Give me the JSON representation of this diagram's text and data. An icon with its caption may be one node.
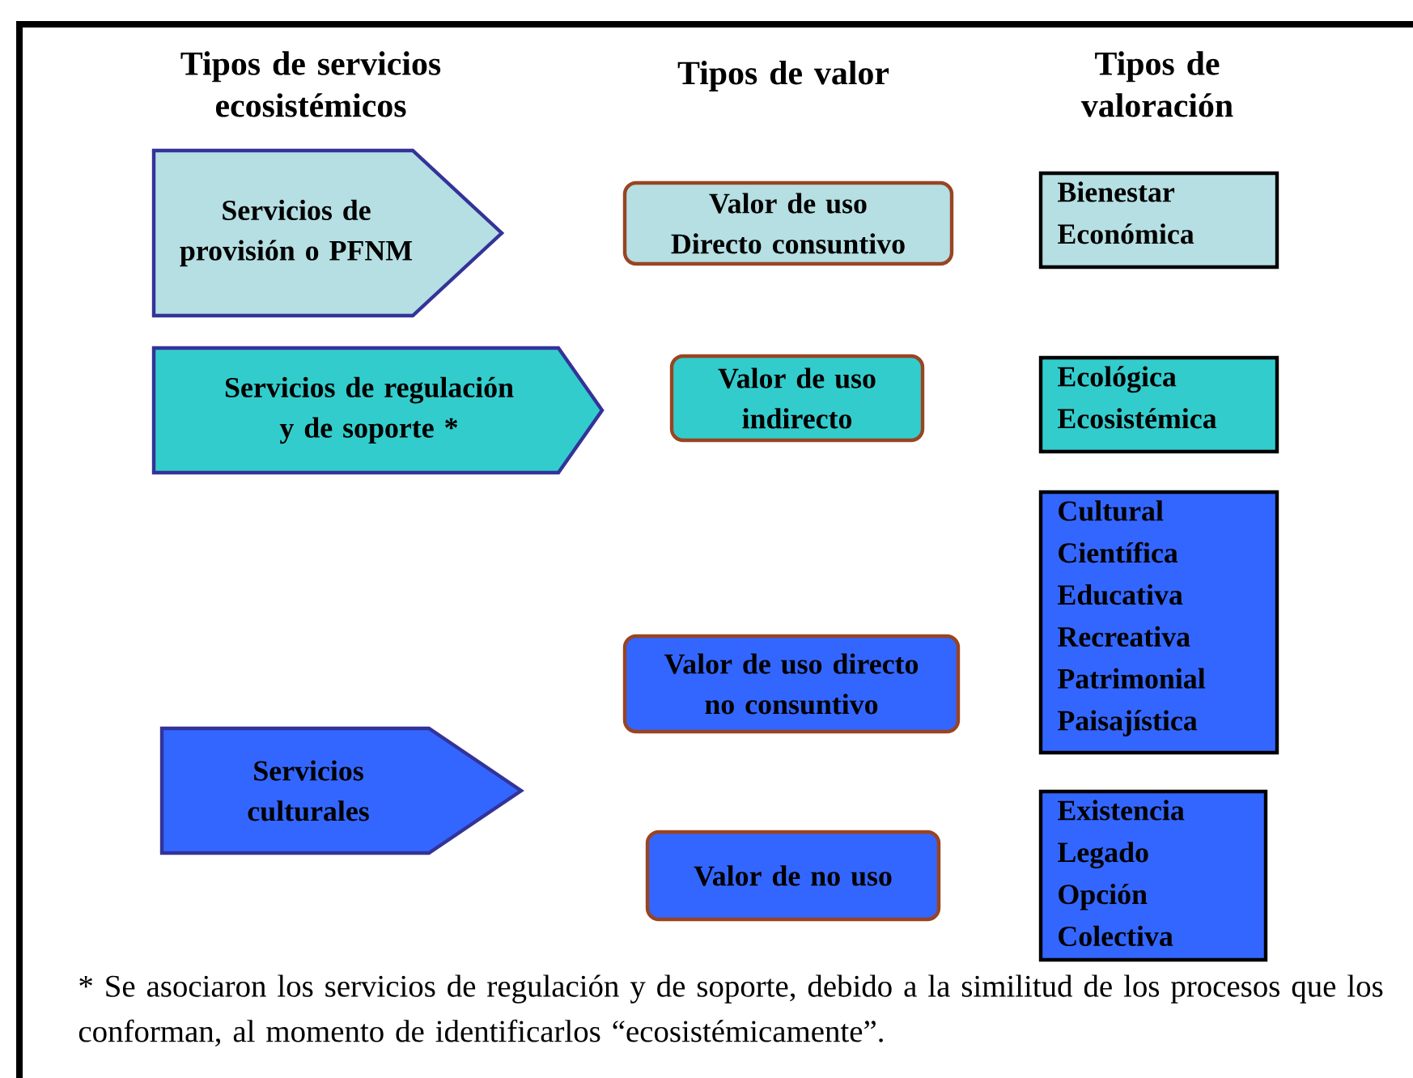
{
  "diagram": {
    "nodes": [
      {
        "text": [
          "Servicios de provisión o PFNM"
        ]
      },
      {
        "text": [
          "Servicios de regulación y de soporte *"
        ]
      },
      {
        "text": [
          "Servicios culturales"
        ]
      },
      {
        "text": [
          "Valor de uso Directo consuntivo"
        ]
      },
      {
        "text": [
          "Valor de uso indirecto"
        ]
      },
      {
        "text": [
          "Valor de uso directo no consuntivo"
        ]
      },
      {
        "text": [
          "Valor de no uso"
        ]
      },
      {
        "text": [
          "Bienestar",
          "Económica"
        ]
      },
      {
        "text": [
          "Ecológica",
          "Ecosistémica"
        ]
      },
      {
        "text": [
          "Cultural",
          "Científica",
          "Educativa",
          "Recreativa",
          "Patrimonial",
          "Paisajística"
        ]
      },
      {
        "text": [
          "Existencia",
          "Legado",
          "Opción",
          "Colectiva"
        ]
      }
    ],
    "labels": [
      "Tipos de servicios ecosistémicos",
      "Tipos de valor",
      "Tipos de valoración",
      "* Se asociaron los servicios de regulación y de soporte, debido a la similitud de los procesos que los conforman, al momento de identificarlos “ecosistémicamente”."
    ]
  }
}
